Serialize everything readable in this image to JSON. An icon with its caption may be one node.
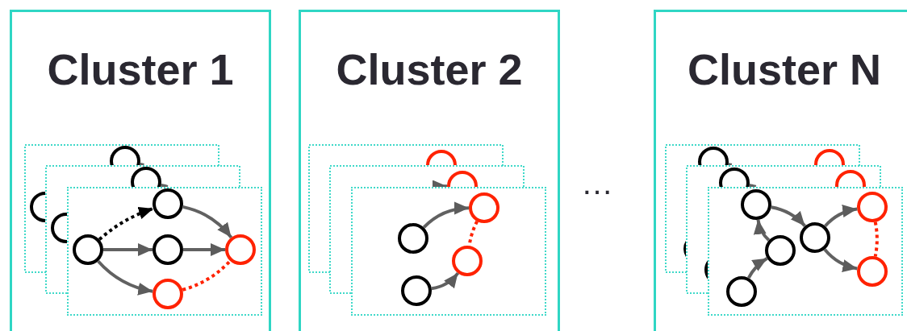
{
  "diagram": {
    "nodes": [
      {
        "text": [
          "Cluster 1"
        ]
      },
      {
        "text": [],
        "shape": "box",
        "in": 0
      },
      {
        "text": [],
        "shape": "circle",
        "in": 1
      },
      {
        "text": [],
        "shape": "circle",
        "in": 1
      },
      {
        "text": [],
        "shape": "circle",
        "in": 1
      },
      {
        "text": [],
        "shape": "circle",
        "in": 1
      },
      {
        "text": [],
        "shape": "circle",
        "in": 1
      },
      {
        "text": [
          "Cluster 2"
        ]
      },
      {
        "text": [],
        "shape": "box",
        "in": 7
      },
      {
        "text": [],
        "shape": "circle",
        "in": 8
      },
      {
        "text": [],
        "shape": "circle",
        "in": 8
      },
      {
        "text": [],
        "shape": "circle",
        "in": 8
      },
      {
        "text": [],
        "shape": "circle",
        "in": 8
      },
      {
        "text": [
          "Cluster N"
        ]
      },
      {
        "text": [],
        "shape": "box",
        "in": 13
      },
      {
        "text": [],
        "shape": "circle",
        "in": 14
      },
      {
        "text": [],
        "shape": "circle",
        "in": 14
      },
      {
        "text": [],
        "shape": "circle",
        "in": 14
      },
      {
        "text": [],
        "shape": "circle",
        "in": 14
      },
      {
        "text": [],
        "shape": "circle",
        "in": 14
      },
      {
        "text": [],
        "shape": "circle",
        "in": 14
      }
    ],
    "edges": [
      {
        "from": 2,
        "to": 3,
        "arrow": "to",
        "style": "dashed",
        "color": "#000000"
      },
      {
        "from": 2,
        "to": 4,
        "arrow": "to"
      },
      {
        "from": 2,
        "to": 5,
        "arrow": "to"
      },
      {
        "from": 3,
        "to": 6,
        "arrow": "to"
      },
      {
        "from": 4,
        "to": 6,
        "arrow": "to"
      },
      {
        "from": 5,
        "to": 6,
        "arrow": "none",
        "style": "dashed",
        "color": "#ff2200"
      },
      {
        "from": 9,
        "to": 12,
        "arrow": "to"
      },
      {
        "from": 10,
        "to": 11,
        "arrow": "to"
      },
      {
        "from": 12,
        "to": 11,
        "arrow": "none",
        "style": "dashed",
        "color": "#ff2200"
      },
      {
        "from": 15,
        "to": 17,
        "arrow": "to"
      },
      {
        "from": 17,
        "to": 16,
        "arrow": "to"
      },
      {
        "from": 16,
        "to": 18,
        "arrow": "to"
      },
      {
        "from": 18,
        "to": 19,
        "arrow": "to"
      },
      {
        "from": 18,
        "to": 20,
        "arrow": "to"
      },
      {
        "from": 19,
        "to": 20,
        "arrow": "none",
        "style": "dashed",
        "color": "#ff2200"
      }
    ],
    "labels": [
      "…"
    ]
  }
}
